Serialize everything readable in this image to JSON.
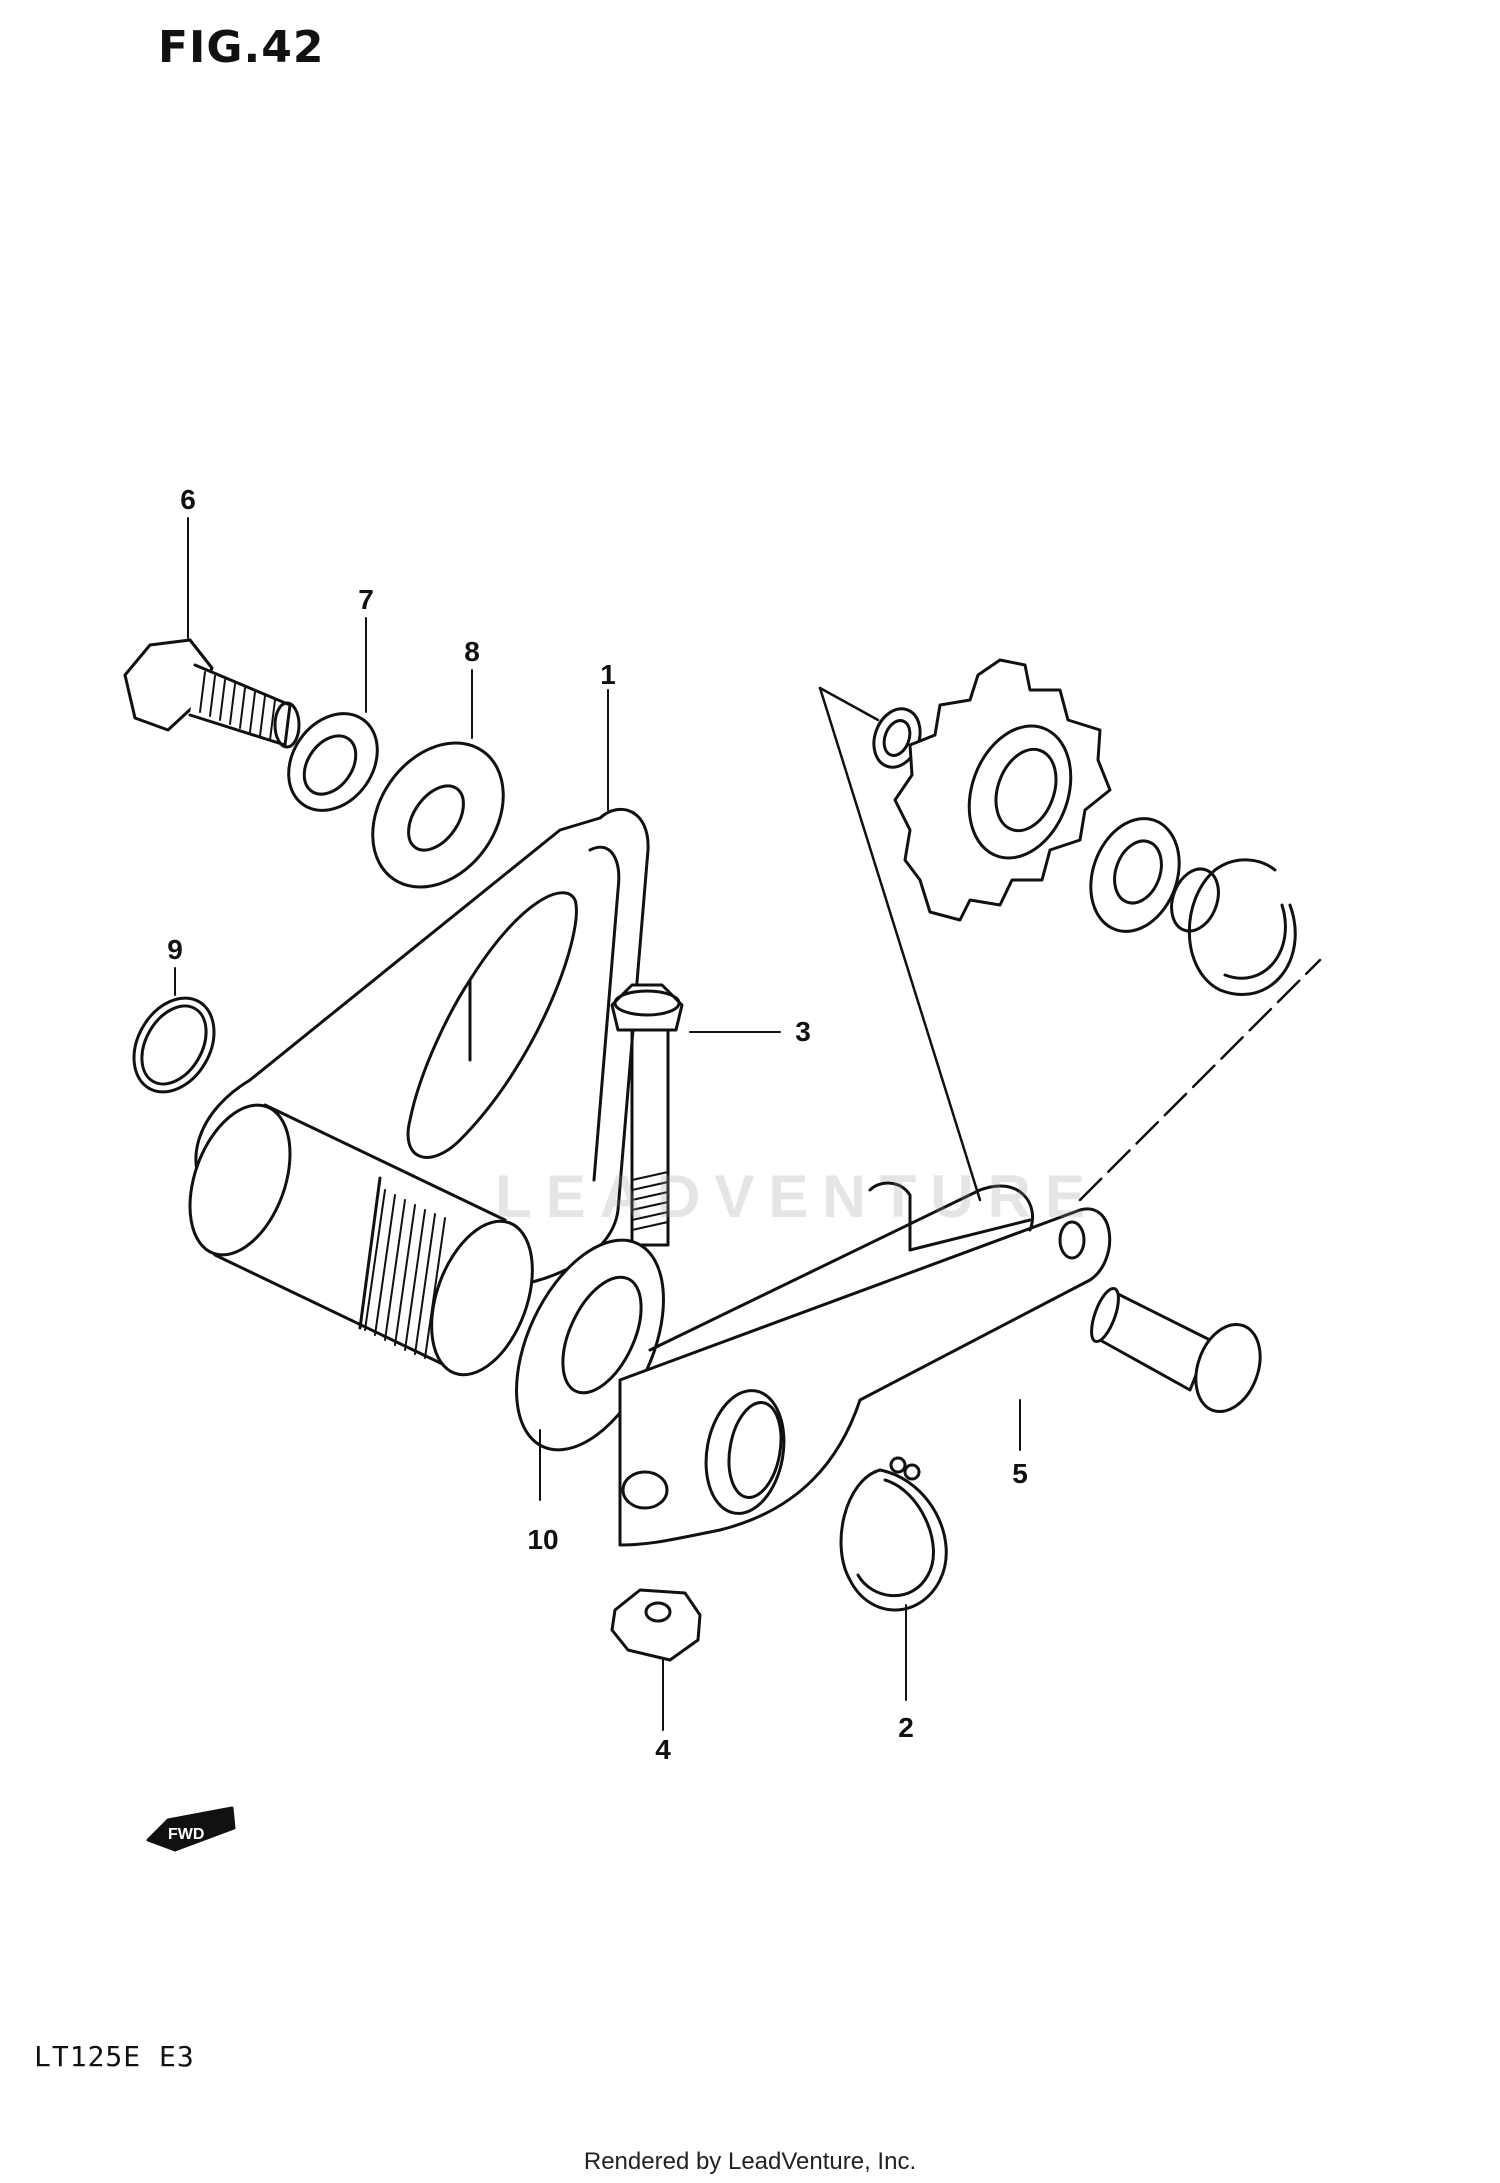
{
  "figure": {
    "title": "FIG.42",
    "model_code": "LT125E  E3",
    "credit": "Rendered by LeadVenture, Inc.",
    "watermark": "LEADVENTURE",
    "direction_marker": "FWD"
  },
  "callouts": [
    {
      "id": "1",
      "label": "1"
    },
    {
      "id": "2",
      "label": "2"
    },
    {
      "id": "3",
      "label": "3"
    },
    {
      "id": "4",
      "label": "4"
    },
    {
      "id": "5",
      "label": "5"
    },
    {
      "id": "6",
      "label": "6"
    },
    {
      "id": "7",
      "label": "7"
    },
    {
      "id": "8",
      "label": "8"
    },
    {
      "id": "9",
      "label": "9"
    },
    {
      "id": "10",
      "label": "10"
    }
  ],
  "colors": {
    "line": "#111111",
    "background": "#ffffff",
    "watermark": "#969696"
  }
}
